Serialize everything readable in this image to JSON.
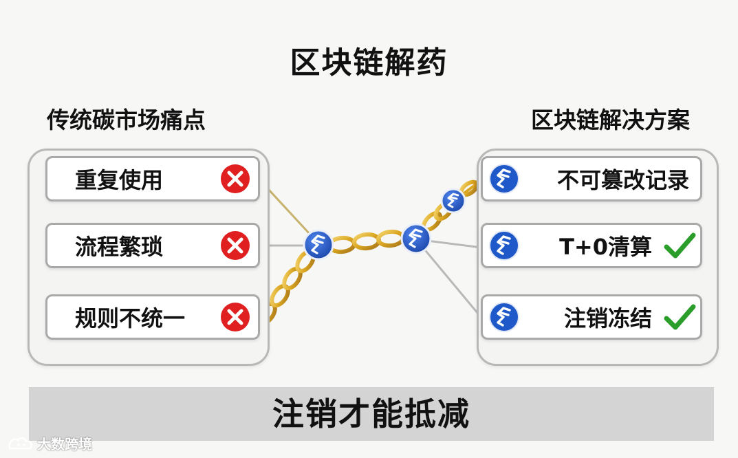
{
  "title": "区块链解药",
  "left": {
    "heading": "传统碳市场痛点",
    "items": [
      {
        "label": "重复使用",
        "status": "x-icon"
      },
      {
        "label": "流程繁琐",
        "status": "x-icon"
      },
      {
        "label": "规则不统一",
        "status": "x-icon"
      }
    ]
  },
  "right": {
    "heading": "区块链解决方案",
    "items": [
      {
        "label": "不可篡改记录",
        "status": "none"
      },
      {
        "label": "T+0清算",
        "status": "check-icon"
      },
      {
        "label": "注销冻结",
        "status": "check-icon"
      }
    ]
  },
  "banner": "注销才能抵减",
  "watermark": "大数跨境",
  "colors": {
    "x_red": "#e02020",
    "check_green": "#2a9d2a",
    "coin_blue": "#1e58c9",
    "chain_gold": "#d9a520",
    "banner_bg": "#d4d4d4"
  }
}
